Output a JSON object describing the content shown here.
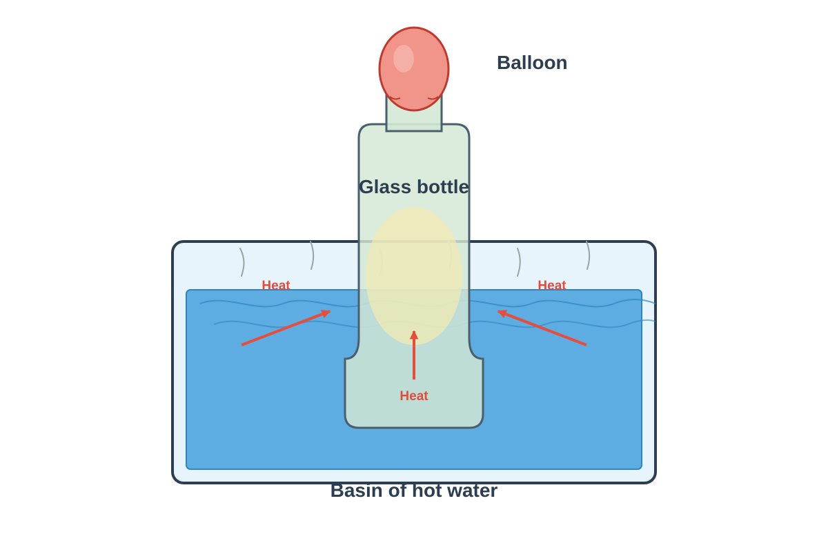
{
  "labels": {
    "balloon": "Balloon",
    "bottle": "Glass bottle",
    "basin": "Basin of hot water",
    "heat_left": "Heat",
    "heat_right": "Heat",
    "heat_bottom": "Heat"
  },
  "colors": {
    "basin_border": "#2c3e50",
    "basin_fill": "#e8f4fb",
    "water": "#5dade2",
    "water_edge": "#2e86c1",
    "bottle_glass": "#d4e8d4",
    "bottle_outline": "#4a5f6e",
    "balloon_fill": "#f1948a",
    "balloon_outline": "#c0392b",
    "heat": "#e74c3c",
    "warm_air": "#f4e9b0",
    "text": "#2c3e50"
  },
  "icons": {
    "heat_arrows": "arrow-icon",
    "steam": "steam-wisp-icon"
  }
}
